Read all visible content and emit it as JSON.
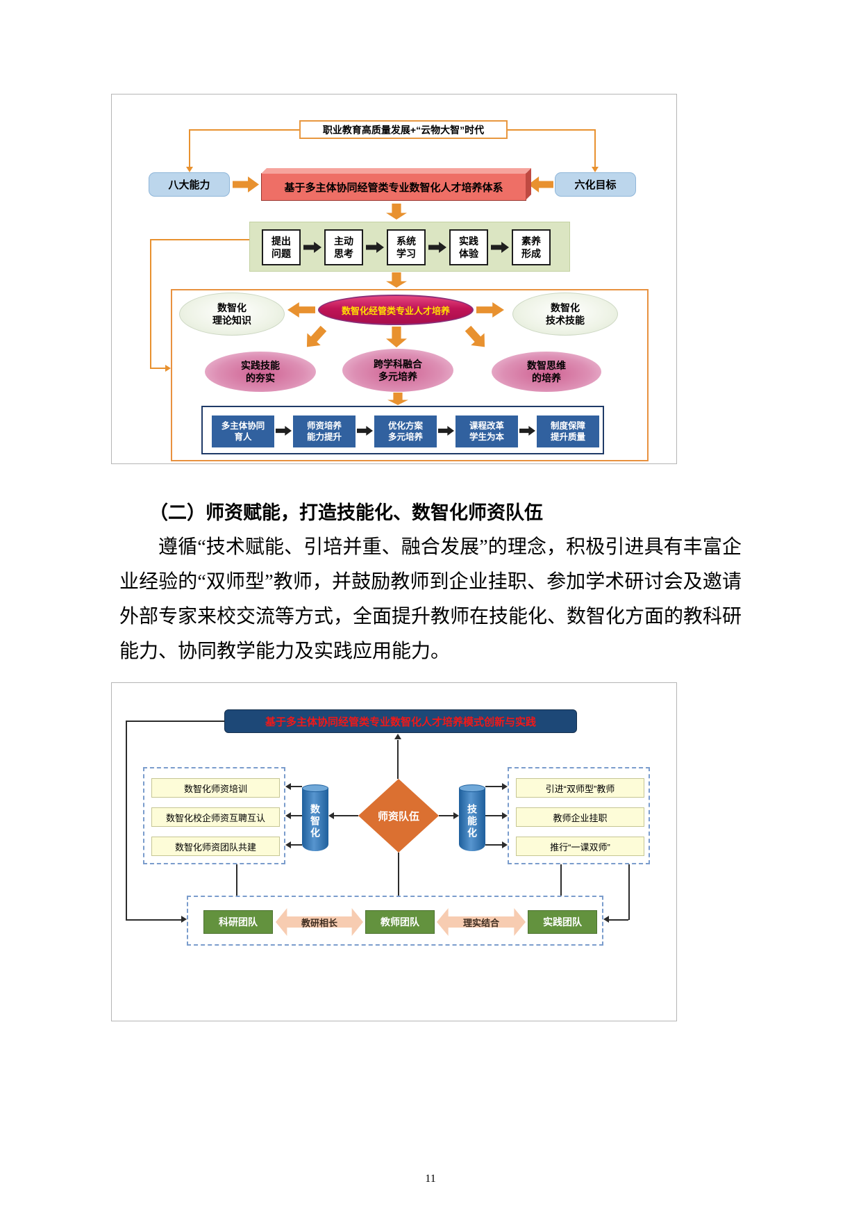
{
  "page_number": "11",
  "section": {
    "heading": "（二）师资赋能，打造技能化、数智化师资队伍",
    "paragraph": "遵循“技术赋能、引培并重、融合发展”的理念，积极引进具有丰富企业经验的“双师型”教师，并鼓励教师到企业挂职、参加学术研讨会及邀请外部专家来校交流等方式，全面提升教师在技能化、数智化方面的教科研能力、协同教学能力及实践应用能力。"
  },
  "figure1": {
    "era_box": "职业教育高质量发展+“云物大智”时代",
    "left_box": "八大能力",
    "right_box": "六化目标",
    "system_box": "基于多主体协同经管类专业数智化人才培养体系",
    "steps": [
      "提出\n问题",
      "主动\n思考",
      "系统\n学习",
      "实践\n体验",
      "素养\n形成"
    ],
    "core_drum": "数智化经管类专业人才培养",
    "left_ellipse": "数智化\n理论知识",
    "right_ellipse": "数智化\n技术技能",
    "outcomes": [
      "实践技能\n的夯实",
      "跨学科融合\n多元培养",
      "数智思维\n的培养"
    ],
    "measures": [
      "多主体协同\n育人",
      "师资培养\n能力提升",
      "优化方案\n多元培养",
      "课程改革\n学生为本",
      "制度保障\n提升质量"
    ]
  },
  "figure2": {
    "banner": "基于多主体协同经管类专业数智化人才培养模式创新与实践",
    "diamond": "师资队伍",
    "left_cylinder": "数智化",
    "right_cylinder": "技能化",
    "left_items": [
      "数智化师资培训",
      "数智化校企师资互聘互认",
      "数智化师资团队共建"
    ],
    "right_items": [
      "引进“双师型”教师",
      "教师企业挂职",
      "推行“一课双师”"
    ],
    "teams": [
      "科研团队",
      "教师团队",
      "实践团队"
    ],
    "links": [
      "教研相长",
      "理实结合"
    ]
  },
  "colors": {
    "orange_arrow": "#e8912f",
    "system_box_red": "#ee6f66",
    "drum_magenta": "#b51050",
    "measure_blue": "#31619f",
    "banner_blue": "#1d4877",
    "banner_text_red": "#f01818",
    "diamond_orange": "#db7031",
    "cylinder_blue": "#2e74b5",
    "team_green": "#63923e",
    "yellow_box": "#fdfcd8"
  }
}
